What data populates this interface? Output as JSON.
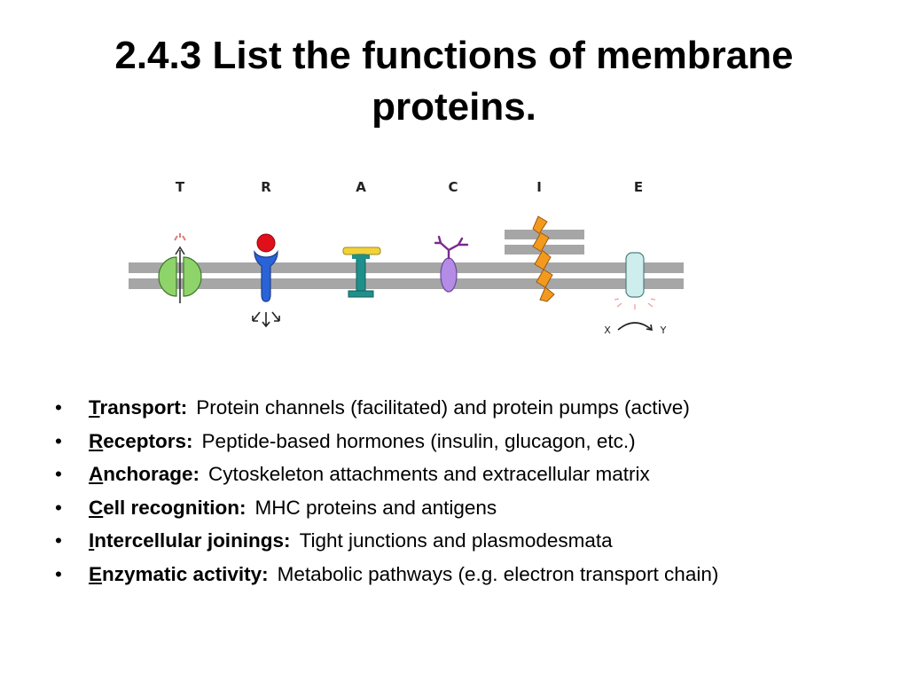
{
  "title": "2.4.3 List the functions of membrane proteins.",
  "diagram": {
    "letters": [
      "T",
      "R",
      "A",
      "C",
      "I",
      "E"
    ],
    "x_label": "X",
    "y_label": "Y",
    "colors": {
      "membrane": "#a6a6a6",
      "transport": "#8fd36b",
      "receptor": "#2a63d8",
      "ligand": "#e0101a",
      "anchor_top": "#f2d23a",
      "anchor_stem": "#1f8f8a",
      "recognition": "#b48ce6",
      "recognition_branch": "#7a2a8c",
      "junction": "#f39a1e",
      "enzyme": "#cdeeed"
    }
  },
  "functions": [
    {
      "bullet": "•",
      "first": "T",
      "rest": "ransport:",
      "text": "Protein channels (facilitated) and protein pumps (active)"
    },
    {
      "bullet": "•",
      "first": "R",
      "rest": "eceptors:",
      "text": "Peptide-based hormones (insulin, glucagon, etc.)"
    },
    {
      "bullet": "•",
      "first": "A",
      "rest": "nchorage:",
      "text": "Cytoskeleton attachments and extracellular matrix"
    },
    {
      "bullet": "•",
      "first": "C",
      "rest": "ell recognition:",
      "text": "MHC proteins and antigens"
    },
    {
      "bullet": "•",
      "first": "I",
      "rest": "ntercellular joinings:",
      "text": "Tight junctions and plasmodesmata"
    },
    {
      "bullet": "•",
      "first": "E",
      "rest": "nzymatic activity:",
      "text": "Metabolic pathways (e.g. electron transport chain)"
    }
  ]
}
